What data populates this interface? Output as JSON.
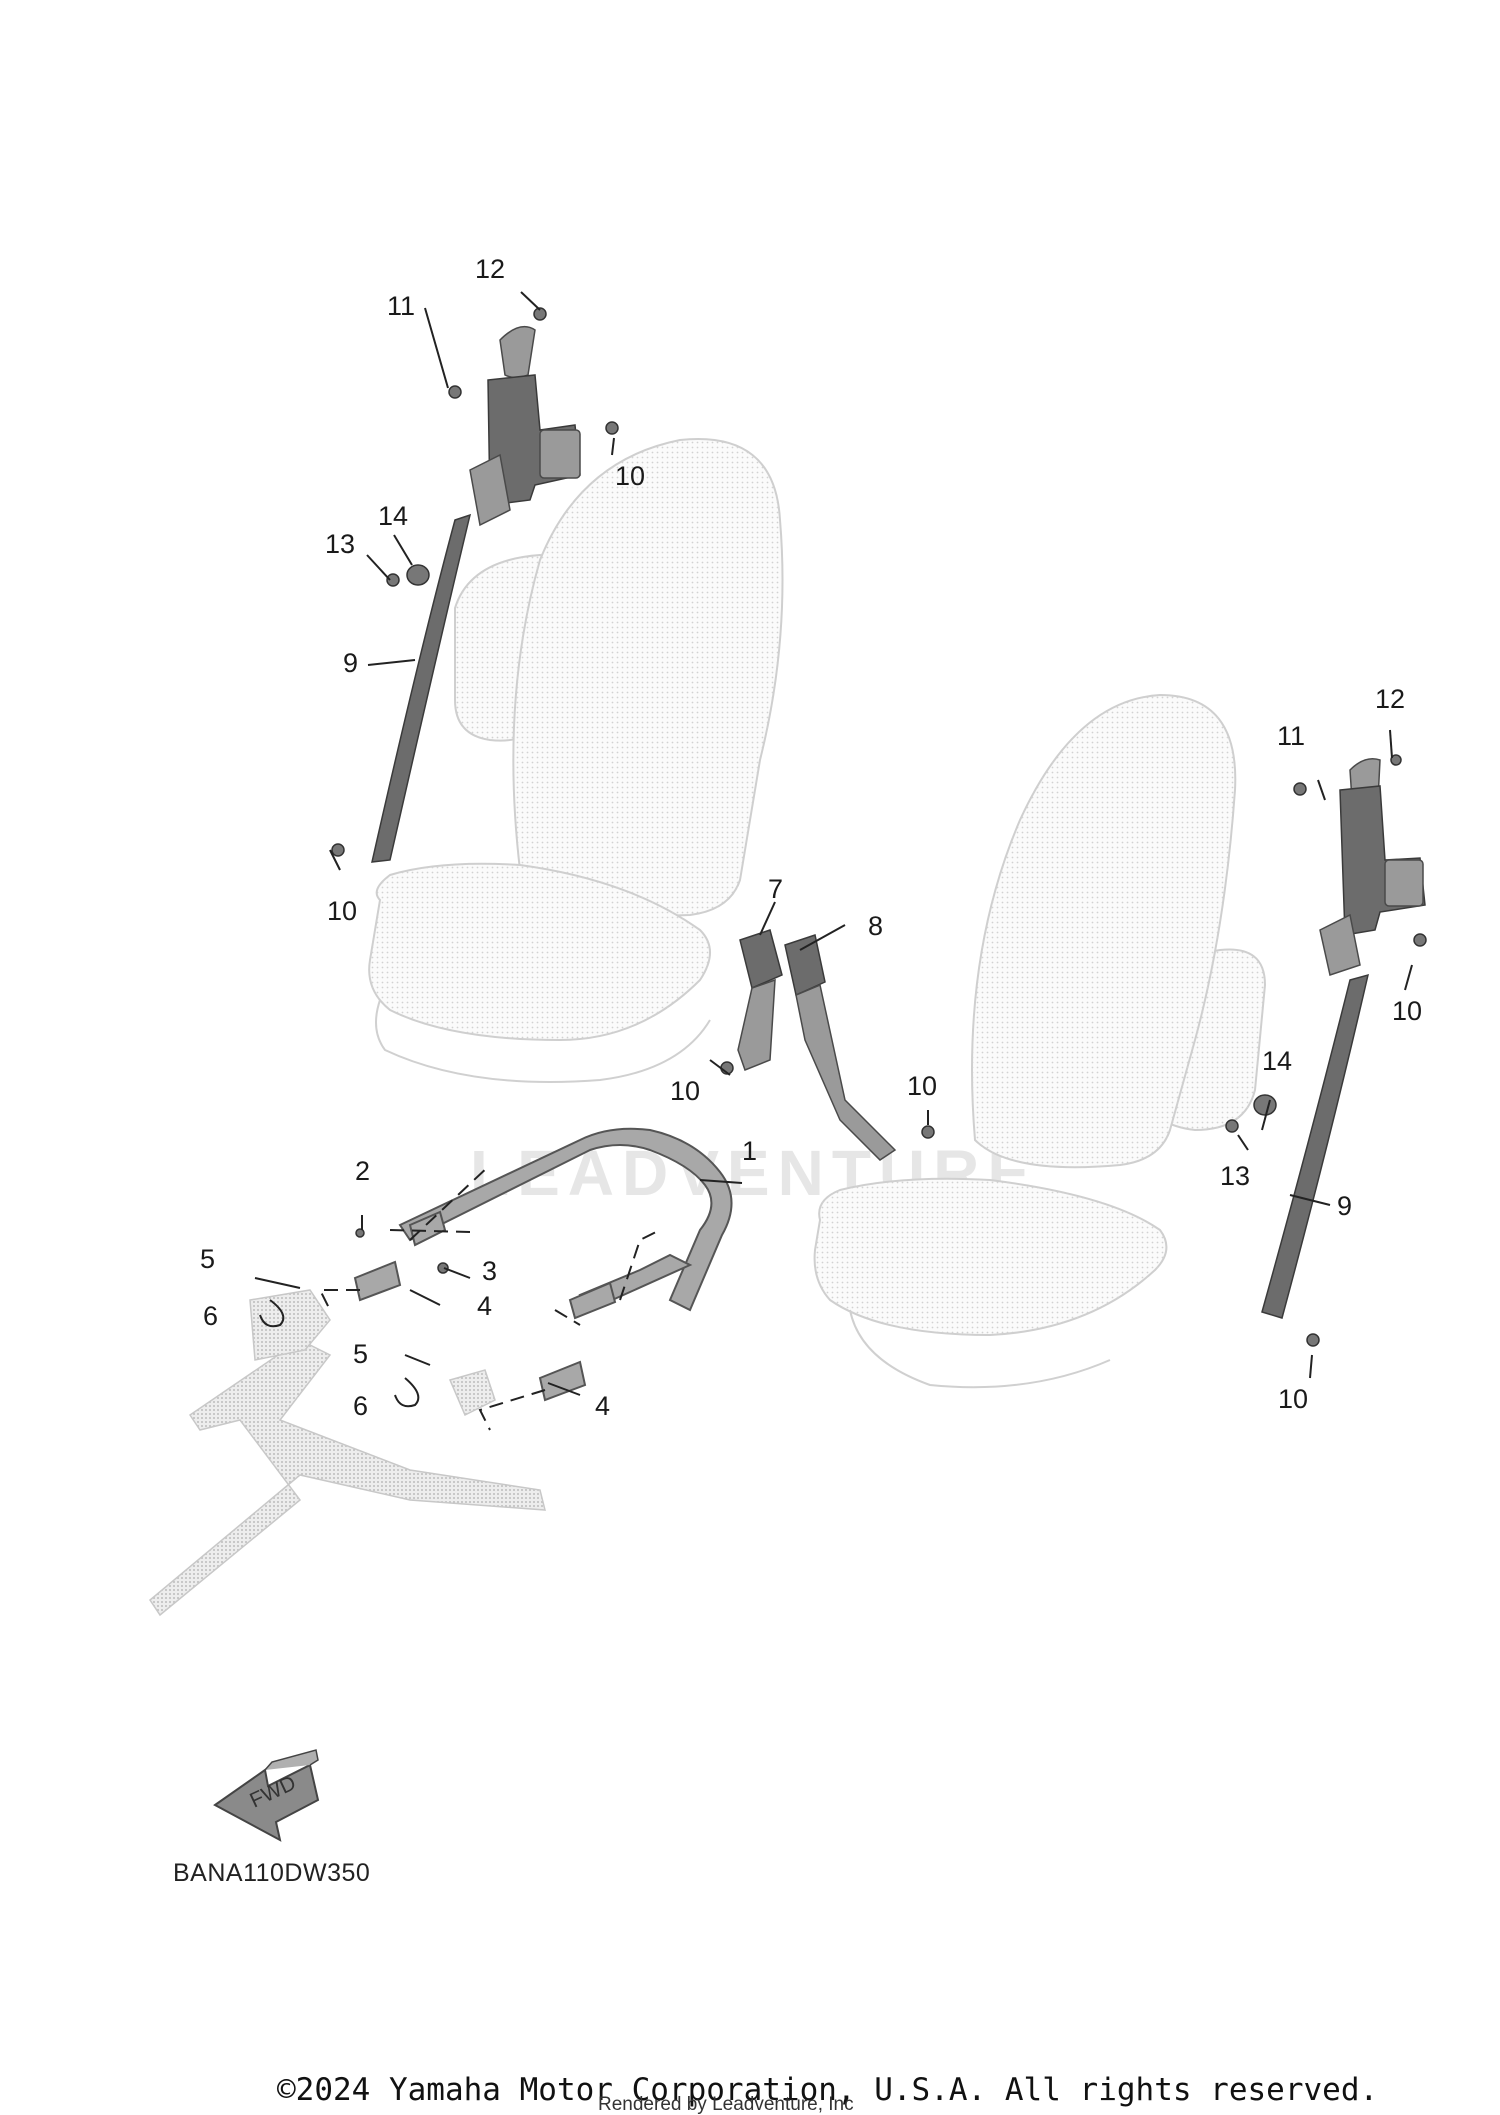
{
  "callouts": {
    "c1": "1",
    "c2": "2",
    "c3": "3",
    "c4a": "4",
    "c4b": "4",
    "c5a": "5",
    "c5b": "5",
    "c6a": "6",
    "c6b": "6",
    "c7": "7",
    "c8": "8",
    "c9a": "9",
    "c9b": "9",
    "c10a": "10",
    "c10b": "10",
    "c10c": "10",
    "c10d": "10",
    "c10e": "10",
    "c10f": "10",
    "c11a": "11",
    "c11b": "11",
    "c12a": "12",
    "c12b": "12",
    "c13a": "13",
    "c13b": "13",
    "c14a": "14",
    "c14b": "14"
  },
  "fwd_label": "FWD",
  "part_code": "BANA110DW350",
  "copyright": "©2024 Yamaha Motor Corporation, U.S.A. All rights reserved.",
  "rendered_by": "Rendered by Leadventure, Inc",
  "watermark": "LEADVENTURE"
}
